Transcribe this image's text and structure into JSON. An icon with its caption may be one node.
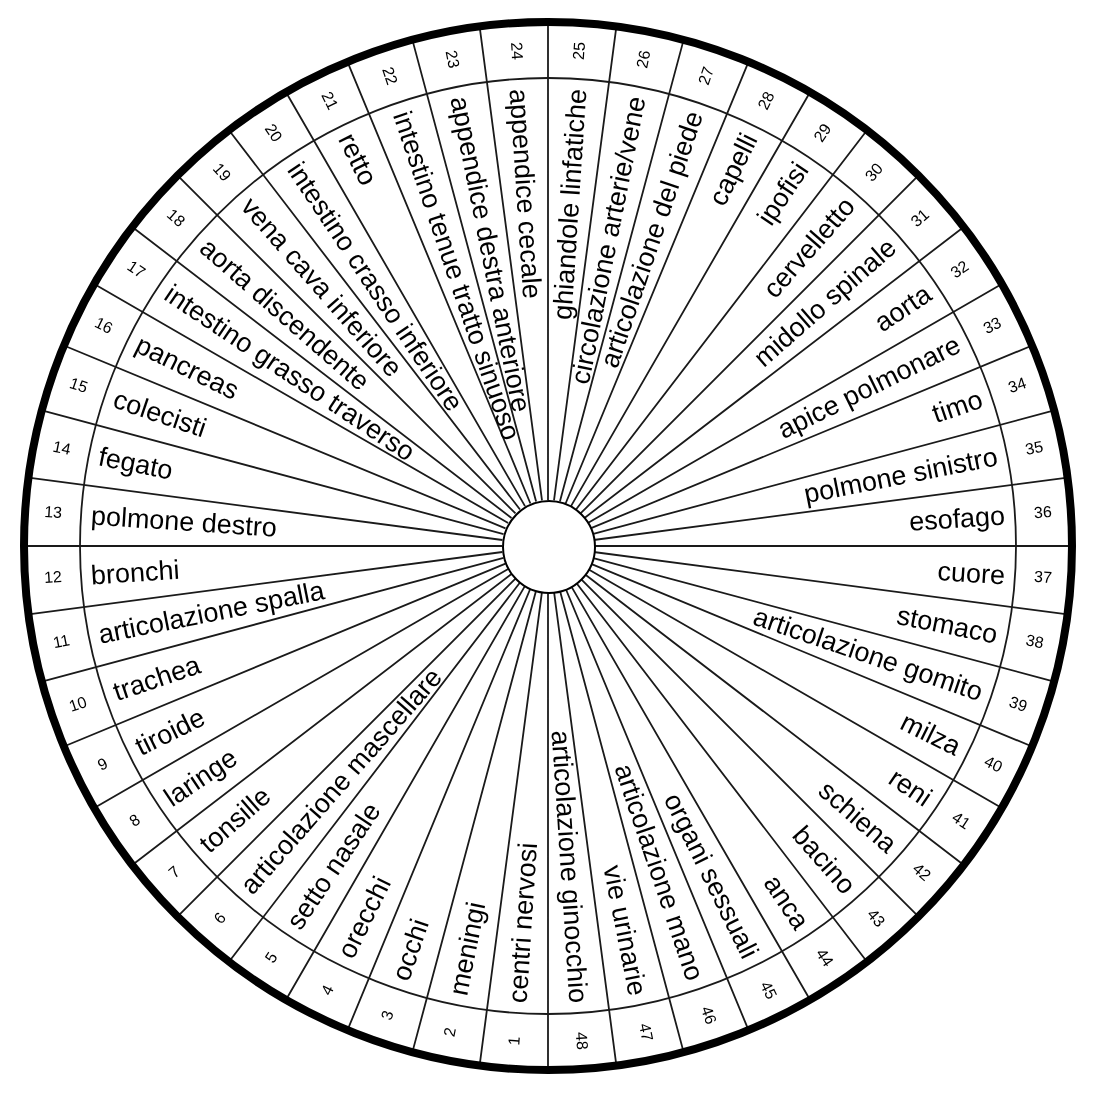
{
  "diagram": {
    "labels": [
      "1",
      "centri nervosi",
      "2",
      "meningi",
      "3",
      "occhi",
      "4",
      "orecchi",
      "5",
      "setto nasale",
      "6",
      "articolazione mascellare",
      "7",
      "tonsille",
      "8",
      "laringe",
      "9",
      "tiroide",
      "10",
      "trachea",
      "11",
      "articolazione spalla",
      "12",
      "bronchi",
      "13",
      "polmone destro",
      "14",
      "fegato",
      "15",
      "colecisti",
      "16",
      "pancreas",
      "17",
      "intestino grasso traverso",
      "18",
      "aorta discendente",
      "19",
      "vena cava inferiore",
      "20",
      "intestino crasso inferiore",
      "21",
      "retto",
      "22",
      "intestino tenue tratto sinuoso",
      "23",
      "appendice destra anteriore",
      "24",
      "appendice cecale",
      "25",
      "ghiandole linfatiche",
      "26",
      "circolazione arterie/vene",
      "27",
      "articolazione del piede",
      "28",
      "capelli",
      "29",
      "ipofisi",
      "30",
      "cervelletto",
      "31",
      "midollo spinale",
      "32",
      "aorta",
      "33",
      "apice polmonare",
      "34",
      "timo",
      "35",
      "polmone sinistro",
      "36",
      "esofago",
      "37",
      "cuore",
      "38",
      "stomaco",
      "39",
      "articolazione gomito",
      "40",
      "milza",
      "41",
      "reni",
      "42",
      "schiena",
      "43",
      "bacino",
      "44",
      "anca",
      "45",
      "organi sessuali",
      "46",
      "articolazione mano",
      "47",
      "vie urinarie",
      "48",
      "articolazione ginocchio"
    ]
  }
}
